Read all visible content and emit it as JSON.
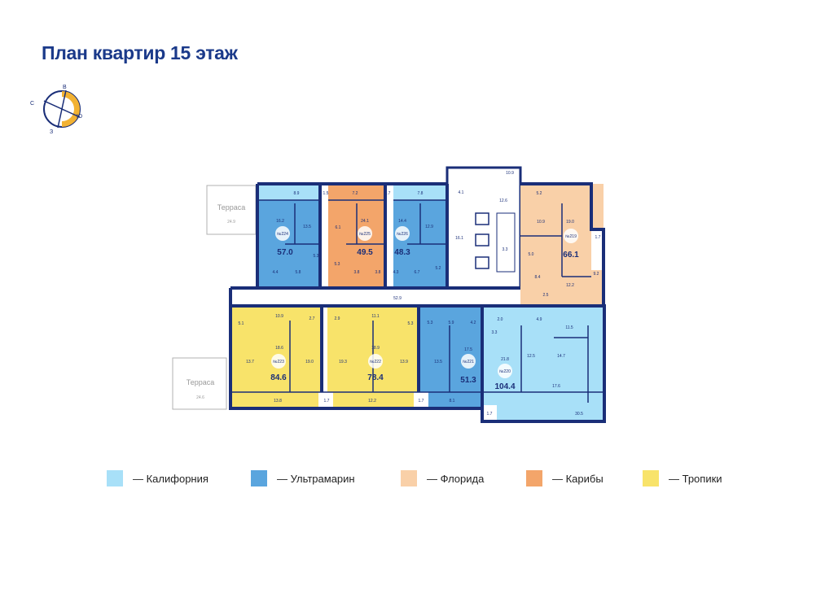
{
  "title": "План квартир 15 этаж",
  "compass": {
    "north": "С",
    "east": "В",
    "south": "Ю",
    "west": "З"
  },
  "colors": {
    "california": "#a8e0f8",
    "ultramarine": "#5aa5de",
    "florida": "#f9d0a8",
    "caribbean": "#f3a56a",
    "tropics": "#f8e36a",
    "wall": "#1a2e78"
  },
  "terraces": [
    {
      "label": "Терраса",
      "area": "24.9"
    },
    {
      "label": "Терраса",
      "area": "24.6"
    }
  ],
  "apartments": [
    {
      "number": "№224",
      "area": "57.0",
      "style": "ultramarine"
    },
    {
      "number": "№225",
      "area": "49.5",
      "style": "caribbean"
    },
    {
      "number": "№226",
      "area": "48.3",
      "style": "ultramarine"
    },
    {
      "number": "№219",
      "area": "66.1",
      "style": "florida"
    },
    {
      "number": "№223",
      "area": "84.6",
      "style": "tropics"
    },
    {
      "number": "№222",
      "area": "78.4",
      "style": "tropics"
    },
    {
      "number": "№221",
      "area": "51.3",
      "style": "ultramarine"
    },
    {
      "number": "№220",
      "area": "104.4",
      "style": "california"
    }
  ],
  "room_areas": {
    "r224": [
      "8.9",
      "16.2",
      "13.5",
      "4.4",
      "5.8",
      "5.3"
    ],
    "b1": "1.5",
    "r225": [
      "7.2",
      "6.1",
      "24.1",
      "5.3",
      "3.8",
      "3.8"
    ],
    "b2": "1.7",
    "r226": [
      "7.8",
      "14.4",
      "12.9",
      "4.3",
      "6.7",
      "5.2"
    ],
    "core": [
      "10.9",
      "4.1",
      "12.6",
      "16.1",
      "3.3"
    ],
    "r219": [
      "5.2",
      "10.9",
      "19.0",
      "5.0",
      "8.4",
      "12.2",
      "2.5",
      "9.2",
      "1.7"
    ],
    "corridor": "52.9",
    "r223": [
      "10.9",
      "2.7",
      "5.1",
      "18.6",
      "13.7",
      "19.0",
      "13.8"
    ],
    "b3": "1.7",
    "r222": [
      "11.1",
      "2.9",
      "5.3",
      "18.9",
      "19.3",
      "13.9",
      "12.2"
    ],
    "b4": "1.7",
    "r221": [
      "5.3",
      "5.9",
      "4.2",
      "17.5",
      "13.5",
      "8.1"
    ],
    "r220": [
      "2.0",
      "3.3",
      "4.9",
      "11.5",
      "21.8",
      "12.5",
      "14.7",
      "17.6",
      "30.5"
    ],
    "b5": "1.7"
  },
  "legend": [
    {
      "label": "— Калифорния",
      "color": "#a8e0f8"
    },
    {
      "label": "— Ультрамарин",
      "color": "#5aa5de"
    },
    {
      "label": "— Флорида",
      "color": "#f9d0a8"
    },
    {
      "label": "— Карибы",
      "color": "#f3a56a"
    },
    {
      "label": "— Тропики",
      "color": "#f8e36a"
    }
  ]
}
